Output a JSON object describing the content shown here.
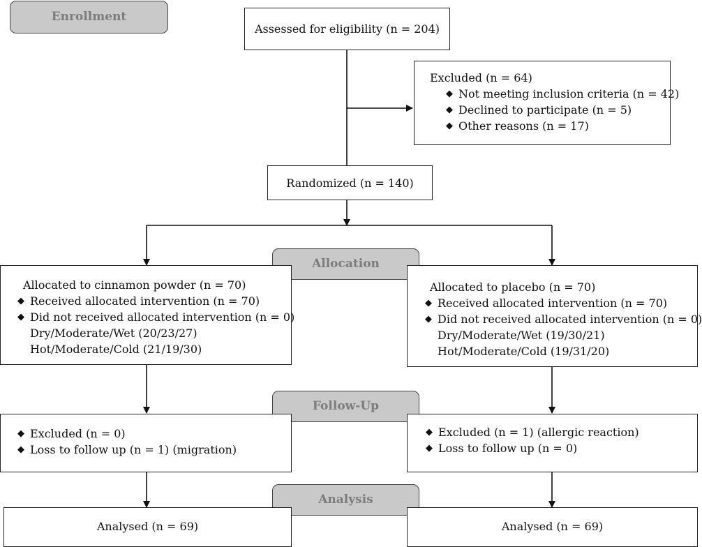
{
  "stages": {
    "enrollment": "Enrollment",
    "allocation": "Allocation",
    "followup": "Follow-Up",
    "analysis": "Analysis"
  },
  "assessed": "Assessed for eligibility (n = 204)",
  "excluded": {
    "title": "Excluded (n = 64)",
    "items": [
      "Not meeting inclusion criteria (n = 42)",
      "Declined to participate (n = 5)",
      "Other reasons (n = 17)"
    ]
  },
  "randomized": "Randomized (n = 140)",
  "left_arm": {
    "allocation": {
      "title": "Allocated to cinnamon powder (n = 70)",
      "items": [
        "Received allocated intervention (n = 70)",
        "Did not received allocated intervention (n = 0)"
      ],
      "extra": [
        "Dry/Moderate/Wet (20/23/27)",
        "Hot/Moderate/Cold (21/19/30)"
      ]
    },
    "followup": [
      "Excluded (n = 0)",
      "Loss to follow up (n = 1) (migration)"
    ],
    "analysis": "Analysed (n = 69)"
  },
  "right_arm": {
    "allocation": {
      "title": "Allocated to placebo (n = 70)",
      "items": [
        "Received allocated intervention (n = 70)",
        "Did not received allocated intervention (n = 0)"
      ],
      "extra": [
        "Dry/Moderate/Wet (19/30/21)",
        "Hot/Moderate/Cold (19/31/20)"
      ]
    },
    "followup": [
      "Excluded (n = 1) (allergic reaction)",
      "Loss to follow up (n = 0)"
    ],
    "analysis": "Analysed (n = 69)"
  }
}
